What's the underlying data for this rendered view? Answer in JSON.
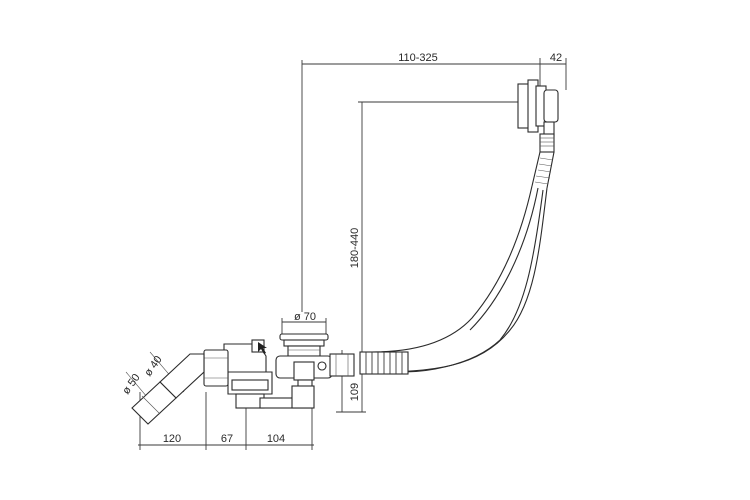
{
  "dimensions": {
    "horizontal_reach": "110-325",
    "overflow_depth": "42",
    "vertical_reach": "180-440",
    "drain_diameter": "ø 70",
    "trap_height": "109",
    "pipe_outer_diameter": "ø 40",
    "pipe_inner_diameter": "ø 50",
    "outlet_length": "120",
    "trap_offset": "67",
    "trap_width": "104"
  }
}
